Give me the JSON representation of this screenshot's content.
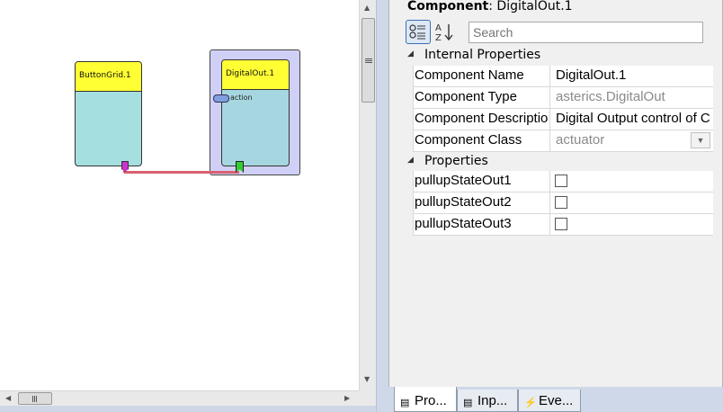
{
  "canvas": {
    "components": [
      {
        "title": "ButtonGrid.1"
      },
      {
        "title": "DigitalOut.1",
        "port_label": "action"
      }
    ]
  },
  "panel": {
    "header_key": "Component",
    "header_value": ": DigitalOut.1",
    "search_placeholder": "Search",
    "categories": {
      "internal": "Internal Properties",
      "props": "Properties"
    },
    "internal_rows": [
      {
        "name": "Component Name",
        "value": "DigitalOut.1"
      },
      {
        "name": "Component Type",
        "value": "asterics.DigitalOut"
      },
      {
        "name": "Component Descriptio",
        "value": "Digital Output control of C"
      },
      {
        "name": "Component Class",
        "value": "actuator"
      }
    ],
    "property_rows": [
      {
        "name": "pullupStateOut1",
        "checked": false
      },
      {
        "name": "pullupStateOut2",
        "checked": false
      },
      {
        "name": "pullupStateOut3",
        "checked": false
      }
    ]
  },
  "tabs": [
    {
      "label": "Pro...",
      "icon": "properties-icon",
      "active": true
    },
    {
      "label": "Inp...",
      "icon": "input-icon",
      "active": false
    },
    {
      "label": "Eve...",
      "icon": "lightning-icon",
      "active": false
    }
  ],
  "colors": {
    "title_bar": "#ffff33",
    "component_body": "#a6dfe0",
    "selection_frame": "#d0d0f6",
    "channel": "#d96070"
  }
}
